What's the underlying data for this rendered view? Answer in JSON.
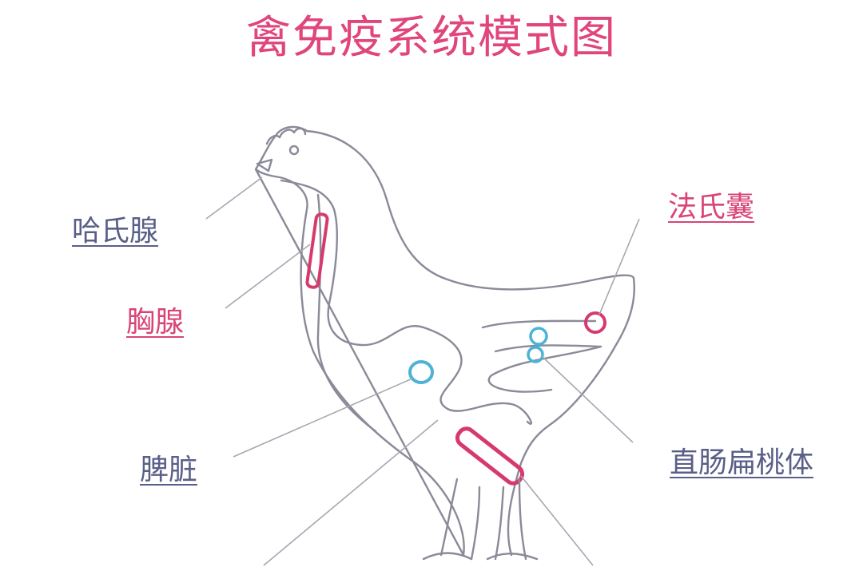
{
  "title": "禽免疫系统模式图",
  "colors": {
    "title": "#e0457c",
    "organ_pink": "#d63a6d",
    "organ_blue": "#4cb3d6",
    "outline": "#8a8a98",
    "label_blue": "#5a5f88",
    "label_pink": "#d94475"
  },
  "labels": {
    "harderian_gland": {
      "text": "哈氏腺",
      "color": "#5a5f88"
    },
    "thymus": {
      "text": "胸腺",
      "color": "#d94475"
    },
    "spleen": {
      "text": "脾脏",
      "color": "#5a5f88"
    },
    "bursa_of_fabricius": {
      "text": "法氏囊",
      "color": "#d94475"
    },
    "cecal_tonsil": {
      "text": "直肠扁桃体",
      "color": "#5a5f88"
    }
  }
}
